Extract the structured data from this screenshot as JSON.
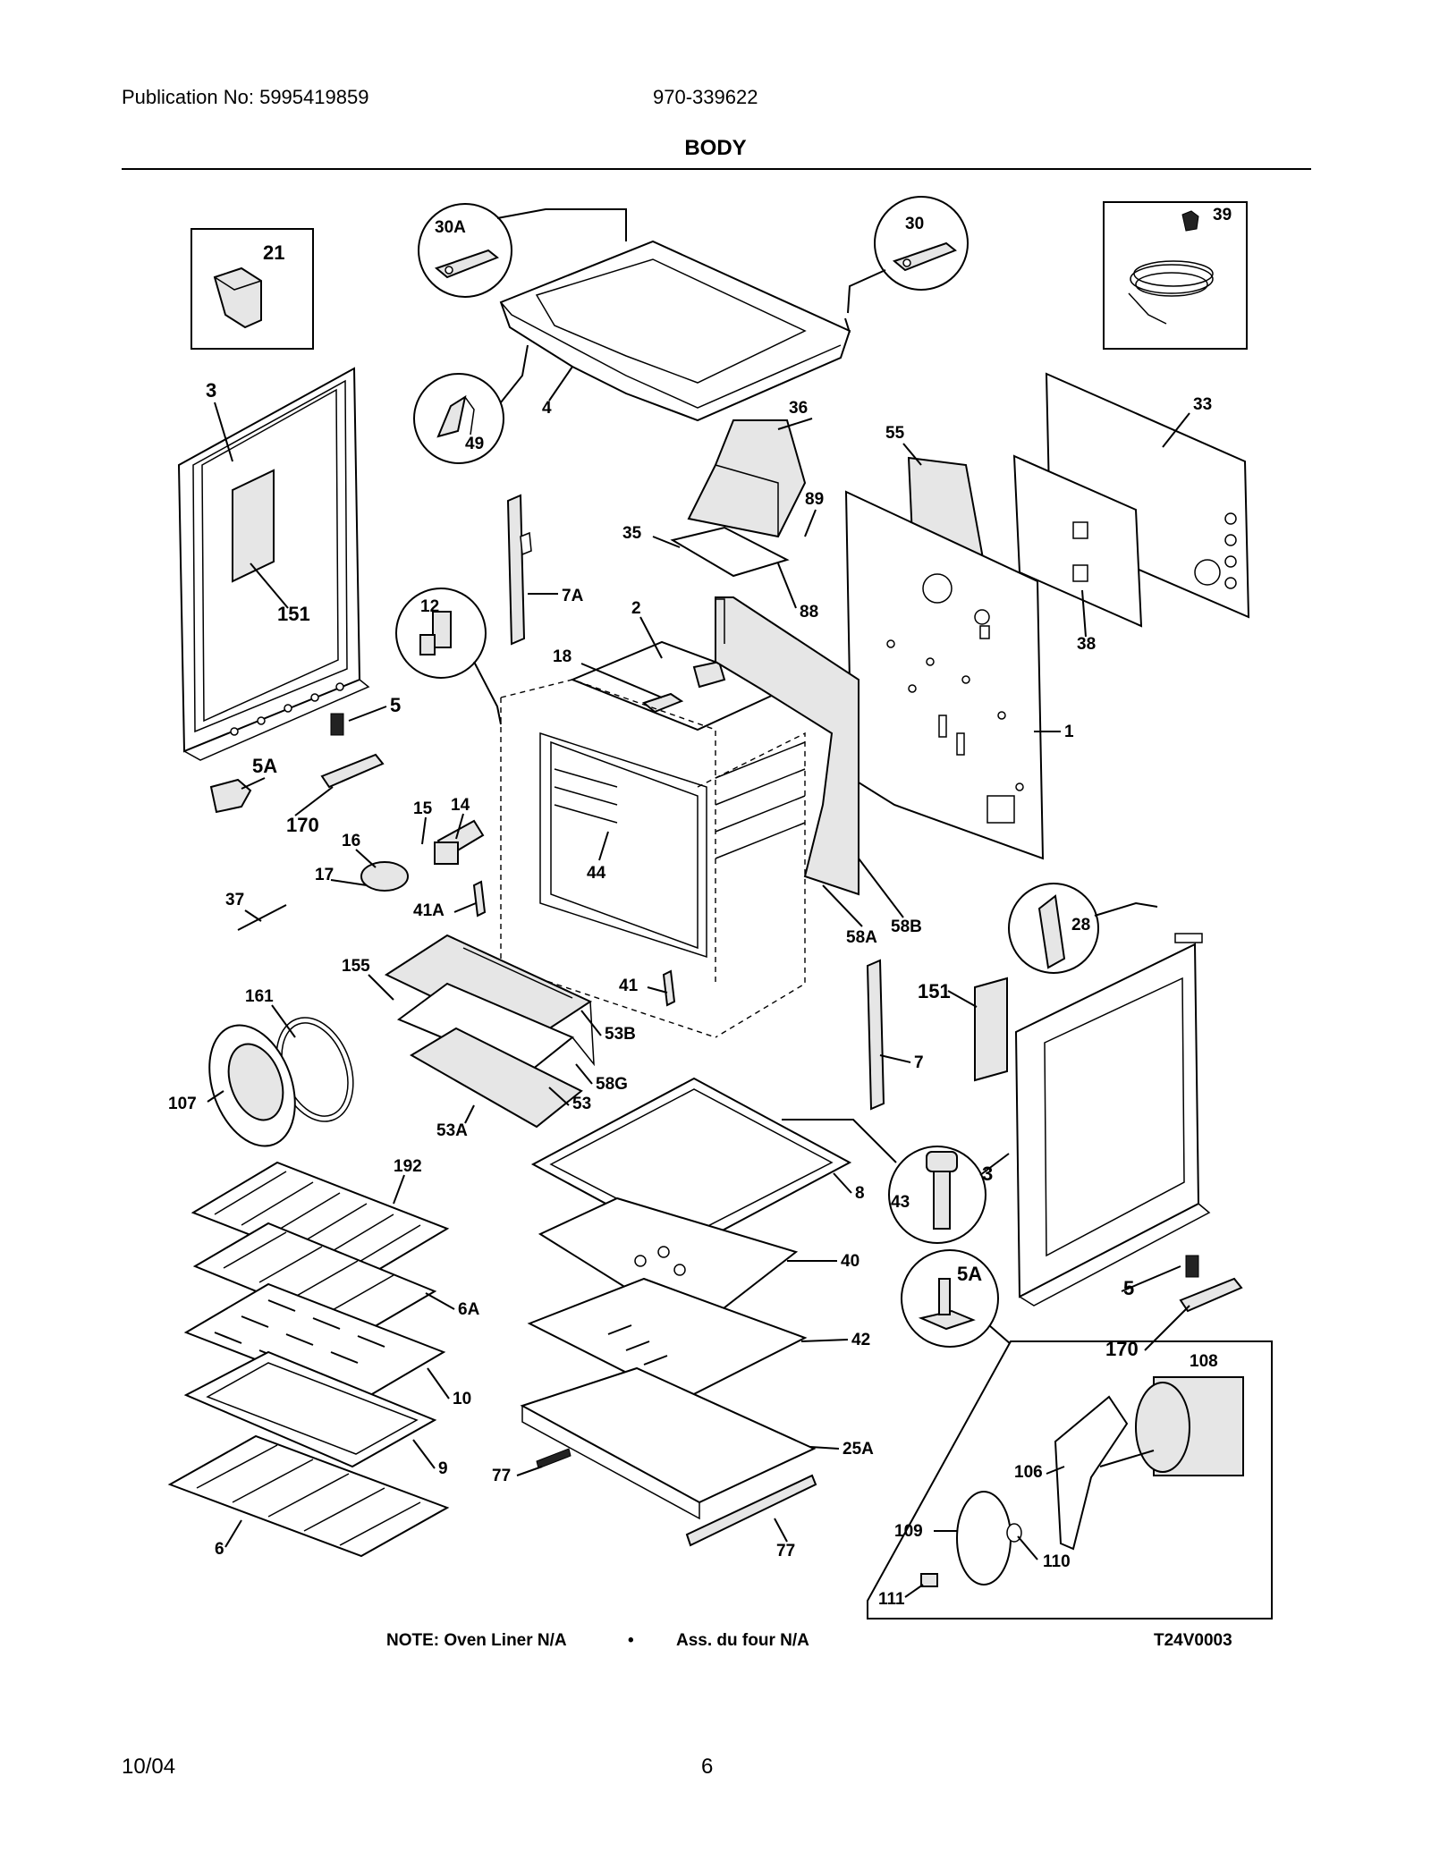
{
  "header": {
    "publication": "Publication No: 5995419859",
    "model": "970-339622",
    "title": "BODY"
  },
  "part_labels": {
    "p21": "21",
    "p30A": "30A",
    "p30": "30",
    "p39": "39",
    "p3_left": "3",
    "p4": "4",
    "p49": "49",
    "p36": "36",
    "p33": "33",
    "p55": "55",
    "p89": "89",
    "p35": "35",
    "p88": "88",
    "p7A": "7A",
    "p12": "12",
    "p2": "2",
    "p151_left": "151",
    "p38": "38",
    "p18": "18",
    "p1": "1",
    "p5_left": "5",
    "p5A_left": "5A",
    "p170_left": "170",
    "p15": "15",
    "p14": "14",
    "p16": "16",
    "p17": "17",
    "p44": "44",
    "p37": "37",
    "p41A": "41A",
    "p58A": "58A",
    "p58B": "58B",
    "p28": "28",
    "p155": "155",
    "p161": "161",
    "p41": "41",
    "p151_right": "151",
    "p53B": "53B",
    "p7": "7",
    "p58G": "58G",
    "p107": "107",
    "p53": "53",
    "p53A": "53A",
    "p192": "192",
    "p8": "8",
    "p43": "43",
    "p3_right": "3",
    "p40": "40",
    "p6A": "6A",
    "p5A_right": "5A",
    "p5_right": "5",
    "p42": "42",
    "p10": "10",
    "p170_right": "170",
    "p108": "108",
    "p9": "9",
    "p25A": "25A",
    "p77_left": "77",
    "p106": "106",
    "p109": "109",
    "p6": "6",
    "p77_bottom": "77",
    "p110": "110",
    "p111": "111"
  },
  "note": {
    "english": "NOTE: Oven Liner N/A",
    "bullet": "•",
    "french": "Ass. du four N/A",
    "code": "T24V0003"
  },
  "footer": {
    "date": "10/04",
    "page": "6"
  }
}
